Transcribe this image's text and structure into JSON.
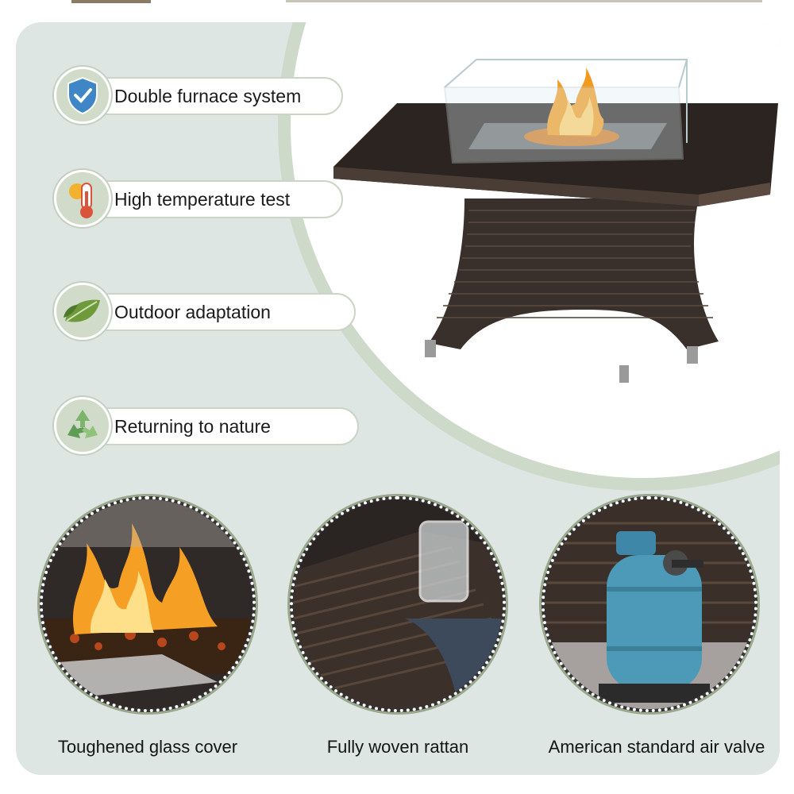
{
  "features": [
    {
      "label": "Double furnace system",
      "icon": "shield-check-icon"
    },
    {
      "label": "High temperature test",
      "icon": "thermometer-sun-icon"
    },
    {
      "label": "Outdoor adaptation",
      "icon": "leaf-icon"
    },
    {
      "label": "Returning to nature",
      "icon": "recycle-icon"
    }
  ],
  "details": [
    {
      "caption": "Toughened glass cover",
      "image": "fire-flame-closeup"
    },
    {
      "caption": "Fully woven rattan",
      "image": "rattan-weave-closeup"
    },
    {
      "caption": "American standard air valve",
      "image": "propane-tank-closeup"
    }
  ],
  "colors": {
    "panel_bg": "#dde6e2",
    "badge_bg": "#d0dbc9",
    "pill_border": "#cad5c7",
    "accent_green": "#6e9a3c"
  }
}
